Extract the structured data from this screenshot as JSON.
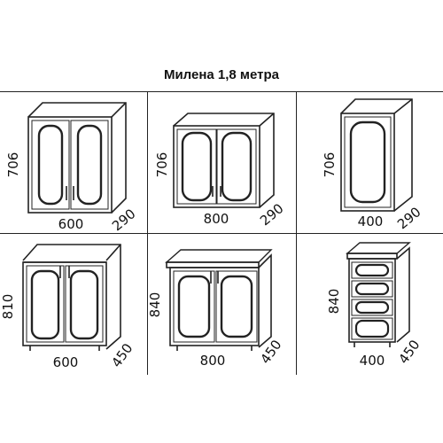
{
  "title": "Милена 1,8 метра",
  "cabinets": [
    {
      "id": "upper-600",
      "kind": "upper",
      "height": "706",
      "width": "600",
      "depth": "290"
    },
    {
      "id": "upper-800",
      "kind": "upper",
      "height": "706",
      "width": "800",
      "depth": "290"
    },
    {
      "id": "upper-400",
      "kind": "upper-single",
      "height": "706",
      "width": "400",
      "depth": "290"
    },
    {
      "id": "base-sink-600",
      "kind": "base-sink",
      "height": "810",
      "width": "600",
      "depth": "450"
    },
    {
      "id": "base-800",
      "kind": "base",
      "height": "840",
      "width": "800",
      "depth": "450"
    },
    {
      "id": "drawers-400",
      "kind": "drawers",
      "height": "840",
      "width": "400",
      "depth": "450"
    }
  ]
}
